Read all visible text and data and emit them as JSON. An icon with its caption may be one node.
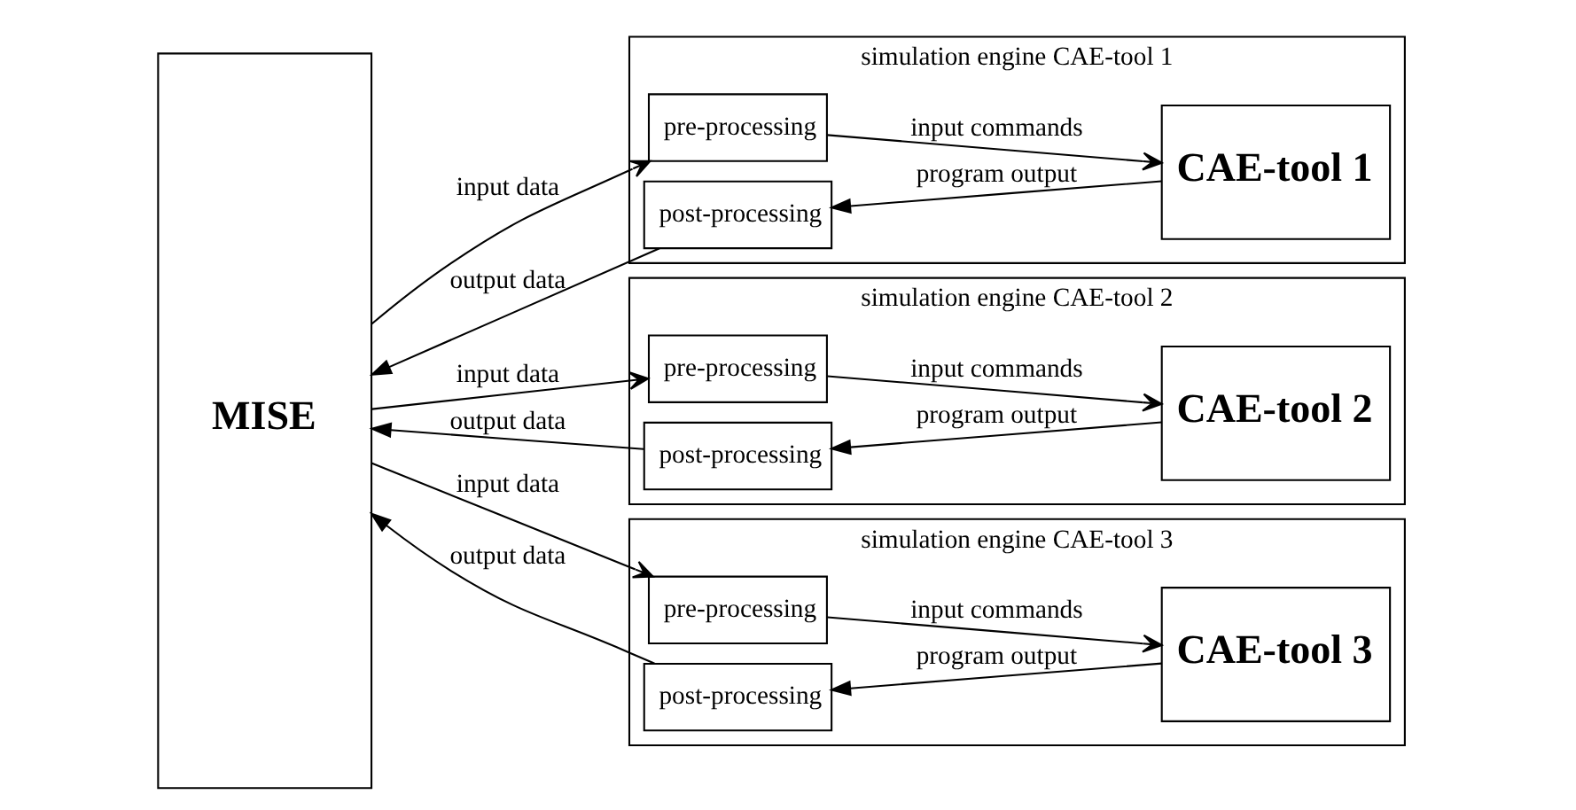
{
  "diagram": {
    "nodes": [
      {
        "text": [
          "MISE"
        ]
      },
      {
        "text": [
          "simulation engine CAE-tool 1"
        ]
      },
      {
        "text": [
          "pre-processing"
        ],
        "in": 1
      },
      {
        "text": [
          "post-processing"
        ],
        "in": 1
      },
      {
        "text": [
          "CAE-tool 1"
        ],
        "in": 1
      },
      {
        "text": [
          "simulation engine CAE-tool 2"
        ]
      },
      {
        "text": [
          "pre-processing"
        ],
        "in": 5
      },
      {
        "text": [
          "post-processing"
        ],
        "in": 5
      },
      {
        "text": [
          "CAE-tool 2"
        ],
        "in": 5
      },
      {
        "text": [
          "simulation engine CAE-tool 3"
        ]
      },
      {
        "text": [
          "pre-processing"
        ],
        "in": 9
      },
      {
        "text": [
          "post-processing"
        ],
        "in": 9
      },
      {
        "text": [
          "CAE-tool 3"
        ],
        "in": 9
      }
    ],
    "edges": [
      {
        "from": 0,
        "to": 2,
        "arrow": "to",
        "label": "input data"
      },
      {
        "from": 3,
        "to": 0,
        "arrow": "to",
        "label": "output data"
      },
      {
        "from": 2,
        "to": 4,
        "arrow": "to",
        "label": "input commands"
      },
      {
        "from": 4,
        "to": 3,
        "arrow": "to",
        "label": "program output"
      },
      {
        "from": 0,
        "to": 6,
        "arrow": "to",
        "label": "input data"
      },
      {
        "from": 7,
        "to": 0,
        "arrow": "to",
        "label": "output data"
      },
      {
        "from": 6,
        "to": 8,
        "arrow": "to",
        "label": "input commands"
      },
      {
        "from": 8,
        "to": 7,
        "arrow": "to",
        "label": "program output"
      },
      {
        "from": 0,
        "to": 10,
        "arrow": "to",
        "label": "input data"
      },
      {
        "from": 11,
        "to": 0,
        "arrow": "to",
        "label": "output data"
      },
      {
        "from": 10,
        "to": 12,
        "arrow": "to",
        "label": "input commands"
      },
      {
        "from": 12,
        "to": 11,
        "arrow": "to",
        "label": "program output"
      }
    ]
  }
}
